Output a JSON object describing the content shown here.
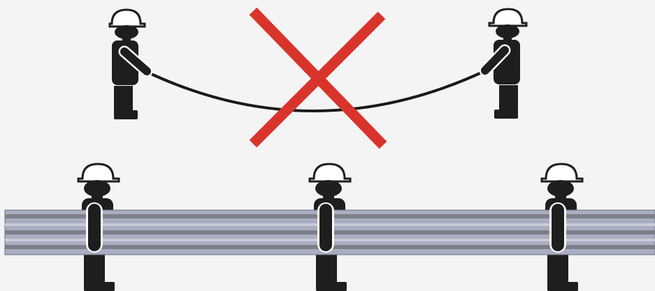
{
  "diagram": {
    "top_panel": {
      "meaning": "incorrect",
      "people_count": 2,
      "cross_color": "#d9342b",
      "cable_color": "#1a1a1a"
    },
    "bottom_panel": {
      "meaning": "correct",
      "people_count": 3,
      "bundle_colors": [
        "#a9adc2",
        "#7d7f88"
      ]
    },
    "colors": {
      "figure": "#1e1e1e",
      "helmet": "#ffffff",
      "background": "#f4f4f4"
    }
  }
}
